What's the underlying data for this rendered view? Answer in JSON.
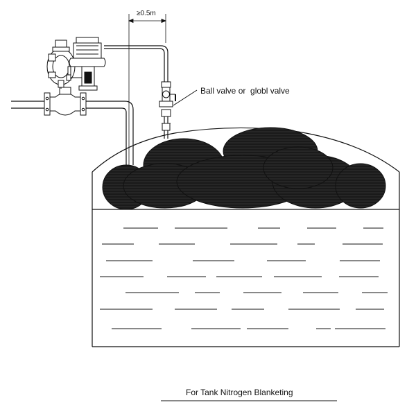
{
  "dimension": {
    "label": "≥0.5m"
  },
  "valve": {
    "label": "Ball valve or  globl valve"
  },
  "caption": {
    "text": "For Tank Nitrogen Blanketing"
  },
  "colors": {
    "stroke": "#111111",
    "fill": "#1a1a1a",
    "background": "#ffffff"
  },
  "icons": {
    "regulator": "pressure-regulator-icon",
    "valve": "ball-valve-icon",
    "tank": "storage-tank-icon"
  }
}
